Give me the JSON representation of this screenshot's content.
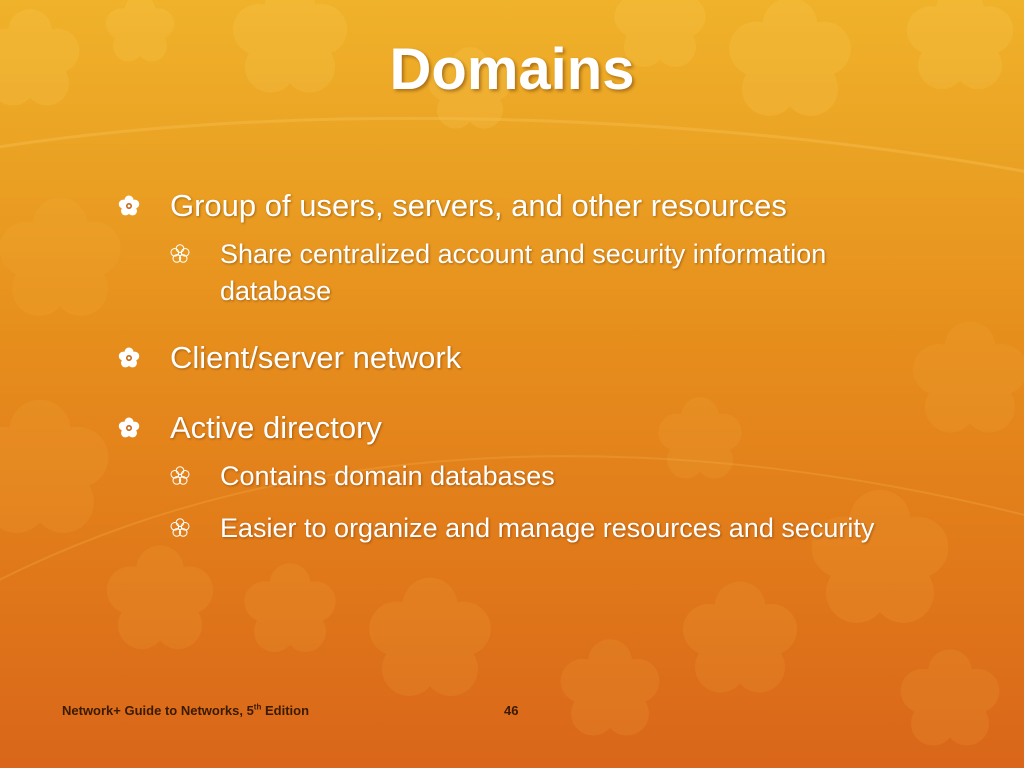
{
  "slide": {
    "title": "Domains",
    "bullets": [
      {
        "text": "Group of users, servers, and other resources",
        "sub": [
          "Share centralized account and security information database"
        ]
      },
      {
        "text": "Client/server network",
        "sub": []
      },
      {
        "text": "Active directory",
        "sub": [
          "Contains domain databases",
          "Easier to organize and manage resources and security"
        ]
      }
    ]
  },
  "footer": {
    "book_title": "Network+ Guide to Networks, 5",
    "edition_suffix": "th",
    "edition_word": " Edition",
    "page_number": "46"
  },
  "icons": {
    "level1_bullet": "flower-icon",
    "level2_bullet": "flower-outline-icon"
  },
  "colors": {
    "background_top": "#f0b22a",
    "background_bottom": "#d9661a",
    "text": "#ffffff",
    "footer_text": "#3a1a00"
  }
}
